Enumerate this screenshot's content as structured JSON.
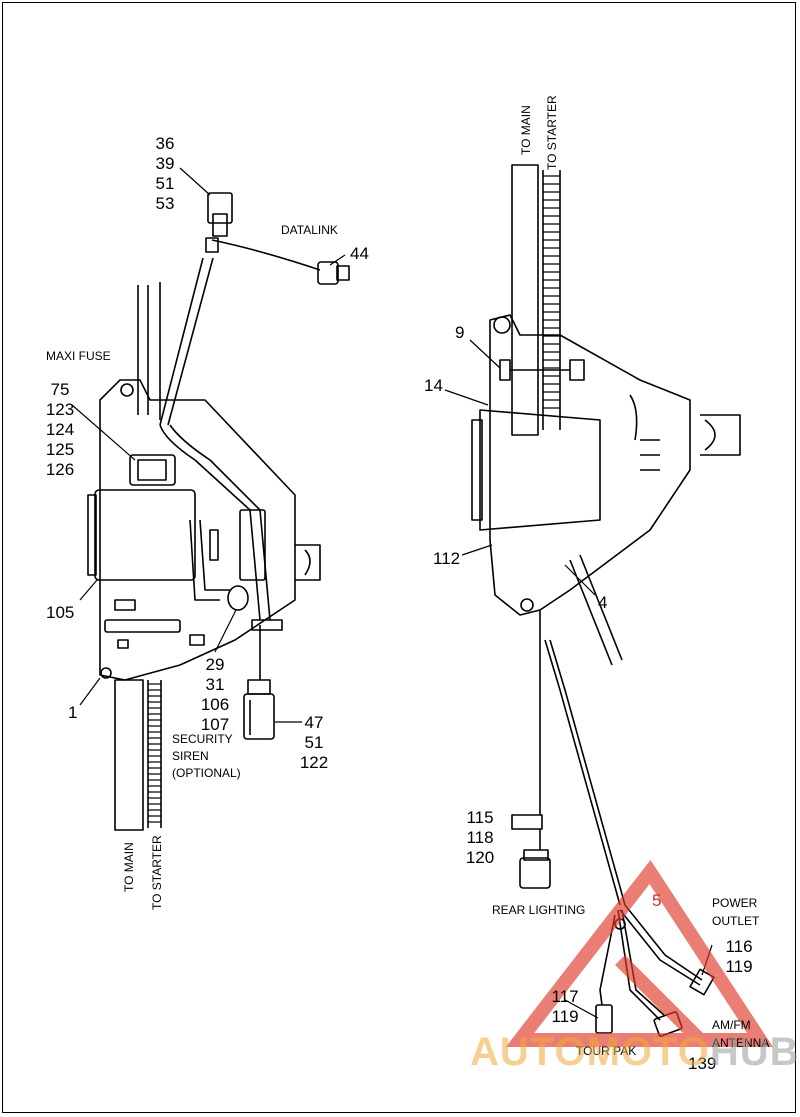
{
  "callouts": {
    "c_36_53": [
      "36",
      "39",
      "51",
      "53"
    ],
    "c_44": "44",
    "datalink": "DATALINK",
    "maxi_fuse": "MAXI FUSE",
    "c_75_126": [
      "75",
      "123",
      "124",
      "125",
      "126"
    ],
    "c_105": "105",
    "c_1": "1",
    "c_29_107": [
      "29",
      "31",
      "106",
      "107"
    ],
    "c_47_122": [
      "47",
      "51",
      "122"
    ],
    "security_siren": [
      "SECURITY",
      "SIREN",
      "(OPTIONAL)"
    ],
    "to_main_left": "TO MAIN",
    "to_starter_left": "TO STARTER",
    "to_main_right": "TO MAIN",
    "to_starter_right": "TO STARTER",
    "c_9": "9",
    "c_14": "14",
    "c_112": "112",
    "c_4": "4",
    "c_115_120": [
      "115",
      "118",
      "120"
    ],
    "rear_lighting": "REAR LIGHTING",
    "c_5": "5",
    "power_outlet": [
      "POWER",
      "OUTLET"
    ],
    "c_116_119": [
      "116",
      "119"
    ],
    "c_117_119": [
      "117",
      "119"
    ],
    "tour_pak": "TOUR PAK",
    "am_fm_antenna": [
      "AM/FM",
      "ANTENNA"
    ],
    "c_139": "139"
  },
  "watermark": {
    "text_part1": "AUTOMOTO",
    "text_part2": "HUB",
    "logo_color": "#e0392b"
  },
  "colors": {
    "line": "#000000",
    "watermark_red": "#e0392b",
    "watermark_orange": "#f2a93b",
    "watermark_gray": "#9a9a9a"
  }
}
